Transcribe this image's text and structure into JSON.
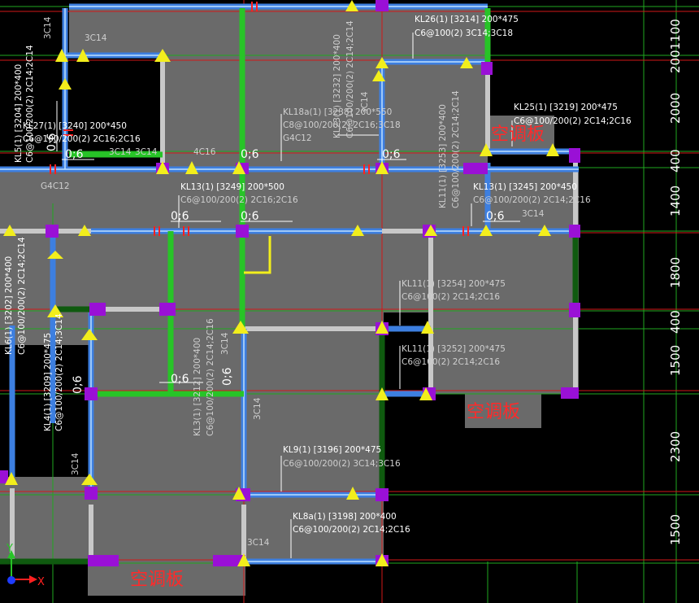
{
  "colors": {
    "background": "#000000",
    "slab": "#6a6a6a",
    "beam_blue": "#3d7fe0",
    "beam_green": "#27c427",
    "beam_grey": "#c8c8c8",
    "column_purple": "#9a10d6",
    "support_yellow": "#f2ee1c",
    "grid_red": "#d21818",
    "dim_green": "#1fa81f",
    "slab_label_red": "#ff2a2a"
  },
  "dimensions": [
    "2001100",
    "2000",
    "400",
    "1400",
    "1800",
    "400",
    "1500",
    "2300",
    "1500"
  ],
  "slab_labels": [
    "空调板",
    "空调板",
    "空调板"
  ],
  "ratio_labels": [
    "0;6",
    "0;6",
    "0;6",
    "0;6",
    "0;6",
    "0;6",
    "0;6",
    "0;6",
    "0;6",
    "0;6"
  ],
  "beam_labels": [
    {
      "line1": "KL26(1) [3214] 200*475",
      "line2": "C6@100(2) 3C14;3C18"
    },
    {
      "line1": "KL25(1) [3219] 200*475",
      "line2": "C6@100/200(2) 2C14;2C16"
    },
    {
      "line1": "KL18a(1) [3238] 200*550",
      "line2": "C8@100/200(2) 2C16;3C18",
      "line3": "G4C12"
    },
    {
      "line1": "KL13(1) [3249] 200*500",
      "line2": "C6@100/200(2) 2C16;2C16"
    },
    {
      "line1": "KL13(1) [3245] 200*450",
      "line2": "C6@100/200(2) 2C14;2C16"
    },
    {
      "line1": "KL11(1) [3254] 200*475",
      "line2": "C6@100(2) 2C14;2C16"
    },
    {
      "line1": "KL11(1) [3252] 200*475",
      "line2": "C6@100(2) 2C14;2C16"
    },
    {
      "line1": "KL9(1) [3196] 200*475",
      "line2": "C6@100/200(2) 3C14;3C16"
    },
    {
      "line1": "KL8a(1) [3198] 200*400",
      "line2": "C6@100/200(2) 2C14;2C16"
    },
    {
      "line1": "KL27(1) [3240] 200*450",
      "line2": "C6@100/200(2) 2C16;2C16"
    }
  ],
  "vertical_labels": [
    "KL23(1) [3232] 200*400",
    "C6@100/200(2) 2C14;2C14",
    "KL11(1) [3253] 200*400",
    "C6@100/200(2) 2C14;2C14",
    "KL3(1) [3212] 200*400",
    "C6@100/200(2) 2C14;2C16",
    "KL4(1) [3209] 200*475",
    "C6@100/200(2) 2C14;3C14",
    "KL5(1) [3204] 200*400",
    "C6@100/200(2) 2C14;2C14",
    "KL6(1) [3202] 200*400",
    "C6@100/200(2) 2C14;2C14"
  ],
  "misc_labels": [
    "3C14",
    "4C16",
    "G4C12",
    "3C14",
    "3C14",
    "3C14",
    "3C14",
    "3C14",
    "3C14",
    "3C14",
    "3C14",
    "3C14"
  ],
  "ucs": {
    "x_label": "X",
    "y_label": "Y"
  }
}
